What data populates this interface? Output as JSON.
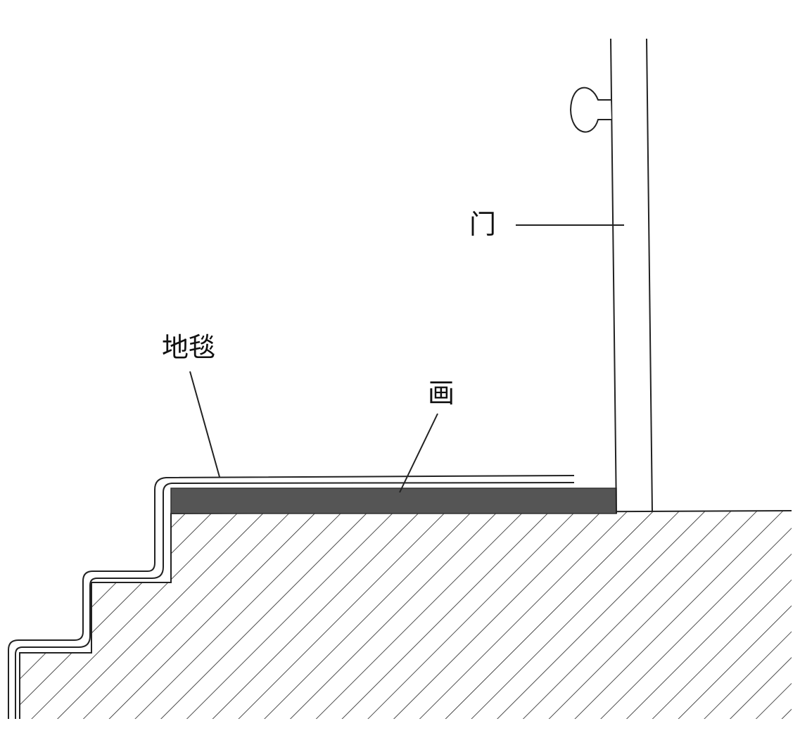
{
  "labels": {
    "door": "门",
    "carpet": "地毯",
    "painting": "画"
  },
  "colors": {
    "line": "#222222",
    "painting_fill": "#555555",
    "background": "#ffffff"
  }
}
